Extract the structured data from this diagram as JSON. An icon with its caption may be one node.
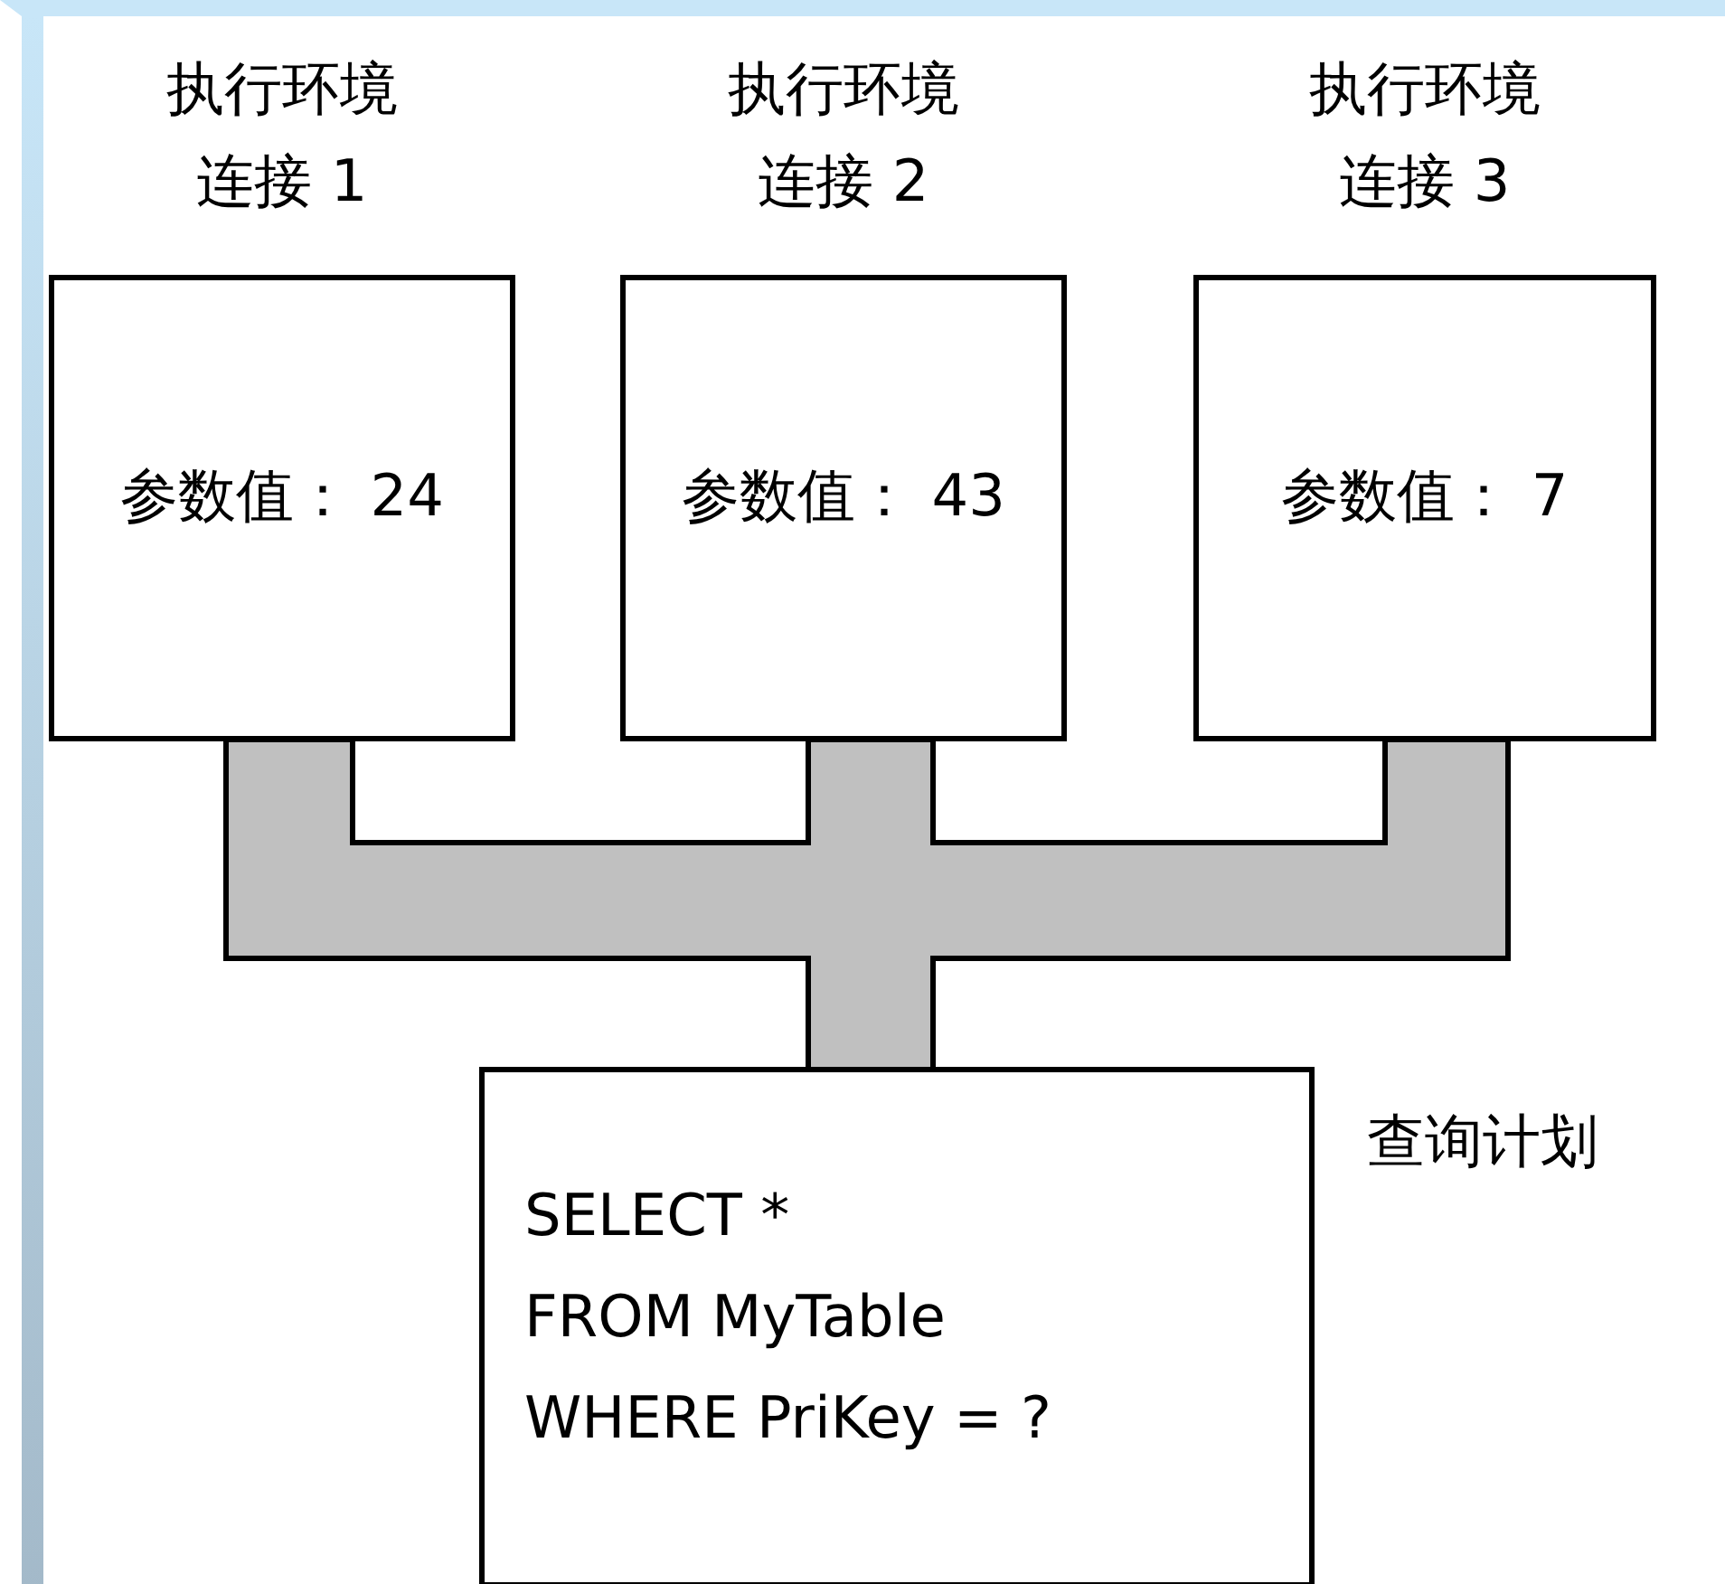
{
  "diagram": {
    "nodes": [
      {
        "text": [
          "执行环境",
          "连接 1",
          "参数值： 24"
        ]
      },
      {
        "text": [
          "执行环境",
          "连接 2",
          "参数值： 43"
        ]
      },
      {
        "text": [
          "执行环境",
          "连接 3",
          "参数值： 7"
        ]
      },
      {
        "text": [
          "SELECT *",
          "FROM MyTable",
          "WHERE PriKey = ?"
        ],
        "beside": [
          "查询计划"
        ]
      }
    ],
    "edges": [
      {
        "from": 0,
        "to": 3,
        "arrow": "none"
      },
      {
        "from": 1,
        "to": 3,
        "arrow": "none"
      },
      {
        "from": 2,
        "to": 3,
        "arrow": "none"
      }
    ]
  }
}
